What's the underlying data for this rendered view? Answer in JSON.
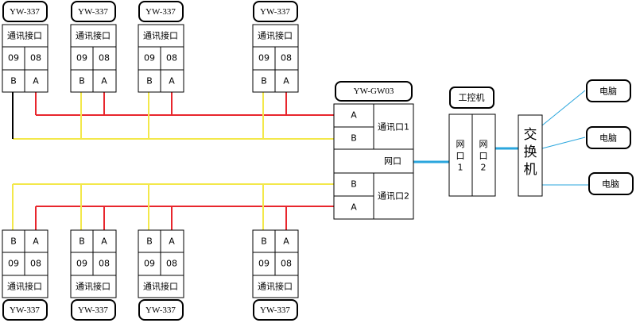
{
  "colors": {
    "red": "#e8262d",
    "yellow": "#f3e84a",
    "blue": "#2aa6dd",
    "black": "#000000"
  },
  "devices": {
    "label": "YW-337",
    "port_label": "通讯接口",
    "terminal_09": "09",
    "terminal_08": "08",
    "terminal_b": "B",
    "terminal_a": "A"
  },
  "gateway": {
    "label": "YW-GW03",
    "row_a": "A",
    "row_b": "B",
    "port1": "通讯口1",
    "port2": "通讯口2",
    "network_port": "网口"
  },
  "ipc": {
    "label": "工控机",
    "port1": "网口1",
    "port2": "网口2"
  },
  "switch": {
    "label": "交换机"
  },
  "computers": [
    "电脑",
    "电脑",
    "电脑"
  ]
}
